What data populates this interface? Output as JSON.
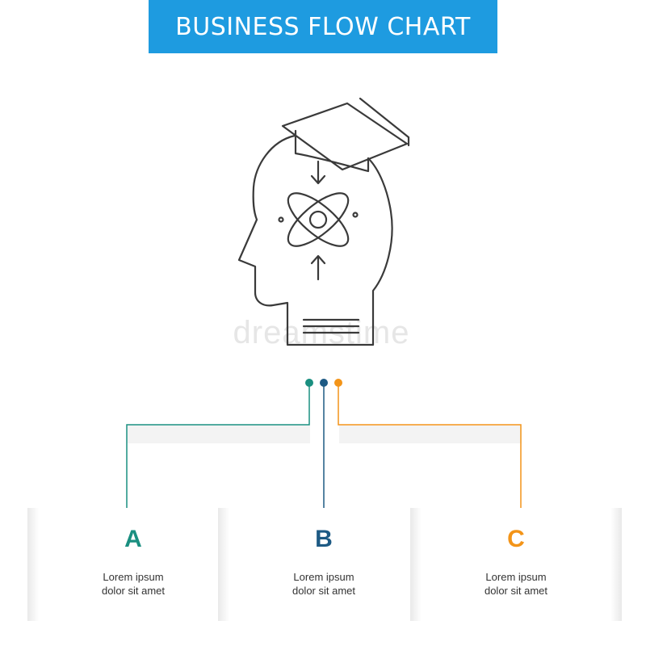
{
  "title": "BUSINESS FLOW CHART",
  "watermark": "dreamstime",
  "colors": {
    "title_bar": "#1e9be0",
    "a": "#1a8f80",
    "b": "#1d5a84",
    "c": "#f39418",
    "icon_stroke": "#3a3a3a"
  },
  "icon": "graduate-head-atom-icon",
  "steps": [
    {
      "letter": "A",
      "line1": "Lorem ipsum",
      "line2": "dolor sit amet"
    },
    {
      "letter": "B",
      "line1": "Lorem ipsum",
      "line2": "dolor sit amet"
    },
    {
      "letter": "C",
      "line1": "Lorem ipsum",
      "line2": "dolor sit amet"
    }
  ]
}
